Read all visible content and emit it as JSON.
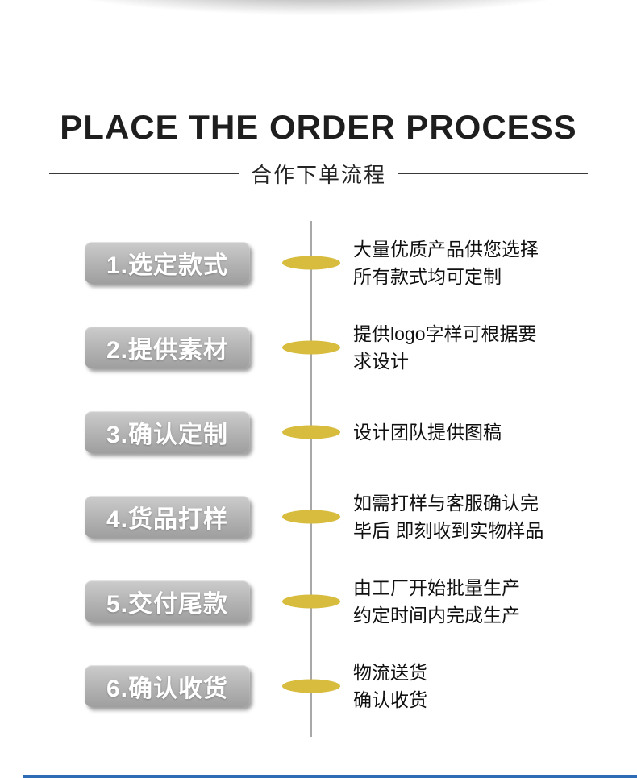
{
  "header": {
    "title": "PLACE THE ORDER PROCESS",
    "subtitle": "合作下单流程"
  },
  "steps": [
    {
      "label": "1.选定款式",
      "desc1": "大量优质产品供您选择",
      "desc2": "所有款式均可定制"
    },
    {
      "label": "2.提供素材",
      "desc1": "提供logo字样可根据要",
      "desc2": "求设计"
    },
    {
      "label": "3.确认定制",
      "desc1": "设计团队提供图稿",
      "desc2": ""
    },
    {
      "label": "4.货品打样",
      "desc1": "如需打样与客服确认完",
      "desc2": "毕后 即刻收到实物样品"
    },
    {
      "label": "5.交付尾款",
      "desc1": "由工厂开始批量生产",
      "desc2": "约定时间内完成生产"
    },
    {
      "label": "6.确认收货",
      "desc1": "物流送货",
      "desc2": "确认收货"
    }
  ],
  "icons": {
    "timeline_node": "ellipse-node-icon"
  },
  "colors": {
    "ellipse_color": "#d8bc3e",
    "button_top": "#cccccc",
    "button_bottom": "#9f9f9f",
    "line_color": "#a8a8a8",
    "bottom_bar_color": "#2e6db6"
  }
}
